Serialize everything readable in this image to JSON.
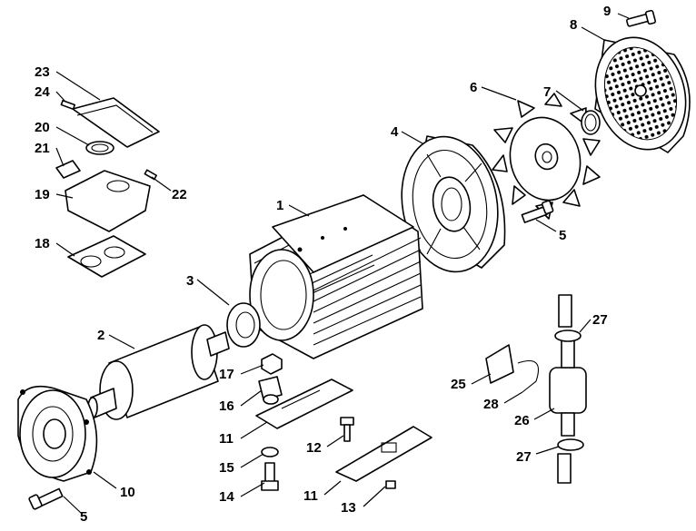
{
  "callouts": {
    "c1": "1",
    "c2": "2",
    "c3": "3",
    "c4": "4",
    "c5a": "5",
    "c5b": "5",
    "c6": "6",
    "c7": "7",
    "c8": "8",
    "c9": "9",
    "c10": "10",
    "c11a": "11",
    "c11b": "11",
    "c12": "12",
    "c13": "13",
    "c14": "14",
    "c15": "15",
    "c16": "16",
    "c17": "17",
    "c18": "18",
    "c19": "19",
    "c20": "20",
    "c21": "21",
    "c22": "22",
    "c23": "23",
    "c24": "24",
    "c25": "25",
    "c26": "26",
    "c27a": "27",
    "c27b": "27",
    "c28": "28"
  }
}
